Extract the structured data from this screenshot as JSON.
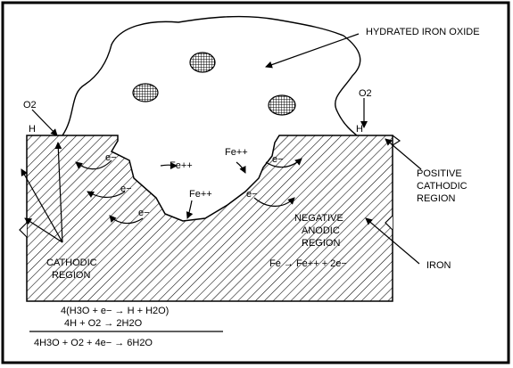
{
  "labels": {
    "hydrated_iron_oxide": "HYDRATED IRON OXIDE",
    "o2_left": "O2",
    "o2_right": "O2",
    "h_left": "H",
    "h_right": "H",
    "fe_pp_1": "Fe++",
    "fe_pp_2": "Fe++",
    "fe_pp_3": "Fe++",
    "electron": "e−",
    "positive_cathodic": [
      "POSITIVE",
      "CATHODIC",
      "REGION"
    ],
    "negative_anodic": [
      "NEGATIVE",
      "ANODIC",
      "REGION"
    ],
    "cathodic_region": [
      "CATHODIC",
      "REGION"
    ],
    "iron": "IRON",
    "reaction": "Fe → Fe++ + 2e−"
  },
  "equations": {
    "line1": "4(H3O + e− → H + H2O)",
    "line2": "4H + O2 → 2H2O",
    "sum": "4H3O + O2 + 4e− → 6H2O"
  }
}
